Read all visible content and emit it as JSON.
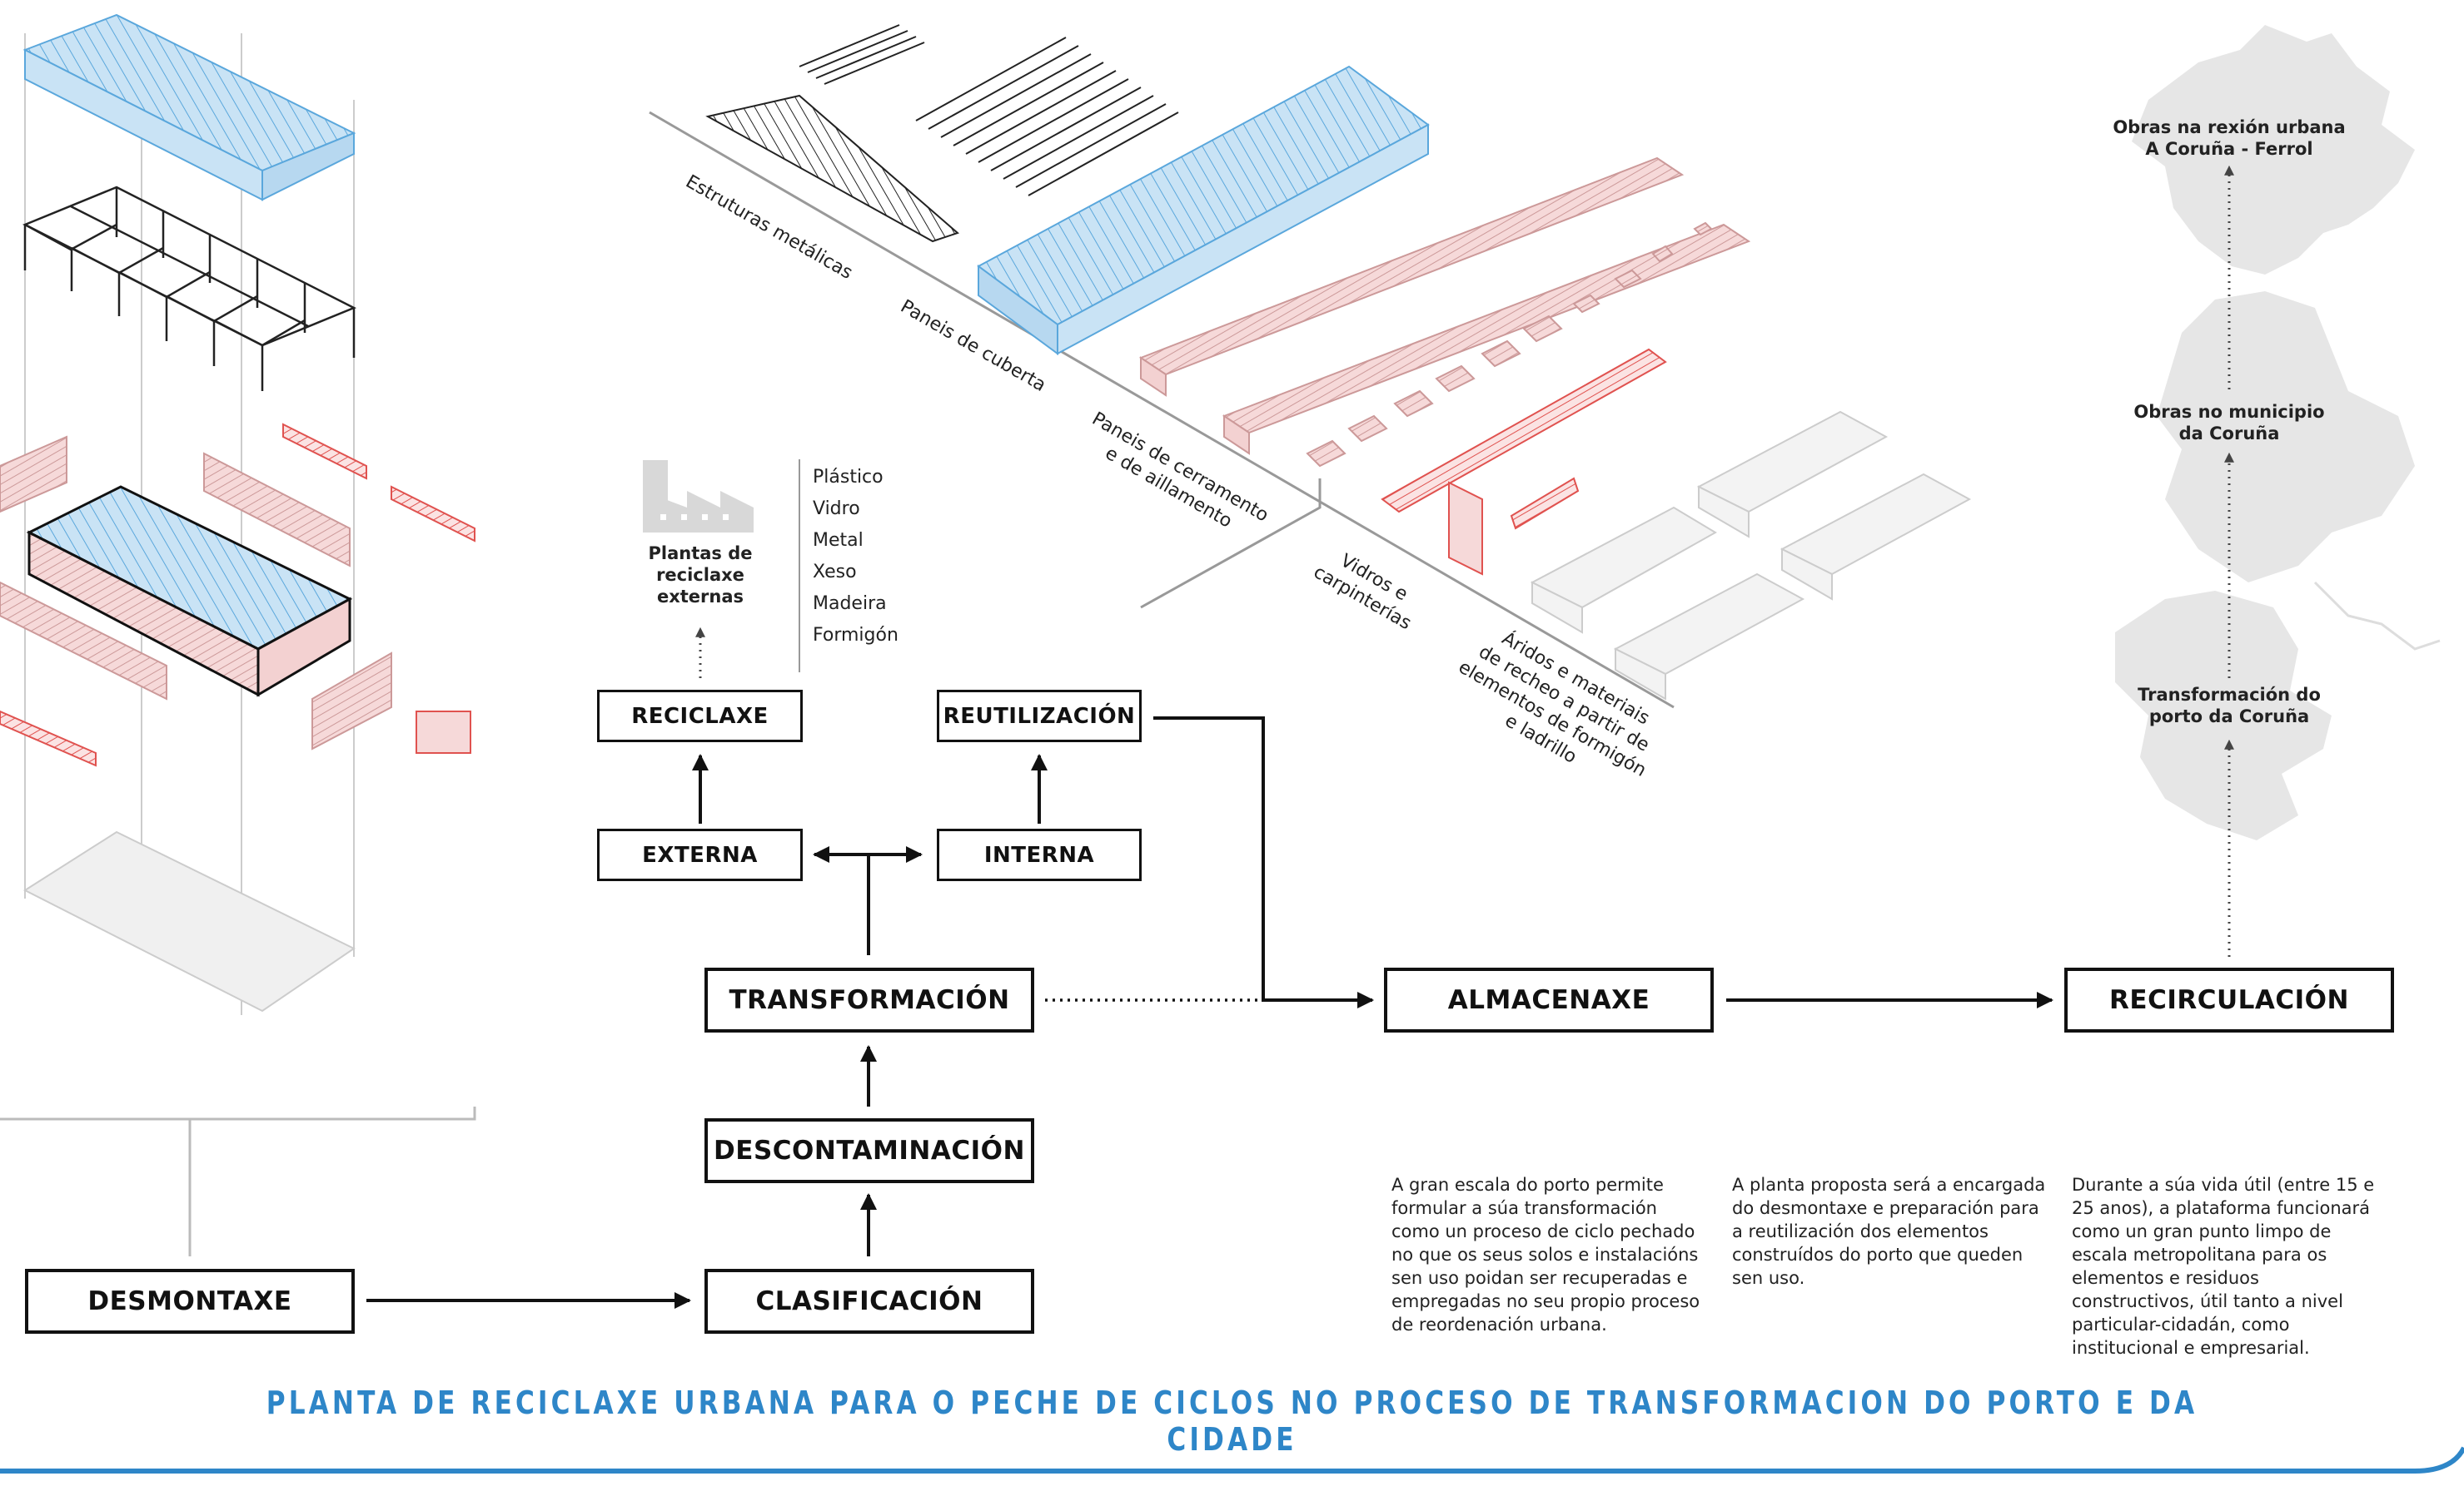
{
  "colors": {
    "accent": "#2e86c8",
    "panel_blue": "#c9e3f5",
    "brick_pink": "#f2c9c9",
    "red_outline": "#e0524f",
    "map_gray": "#e6e6e6",
    "line_dark": "#111111"
  },
  "boxes": {
    "desmontaxe": "DESMONTAXE",
    "clasificacion": "CLASIFICACIÓN",
    "descontaminacion": "DESCONTAMINACIÓN",
    "transformacion": "TRANSFORMACIÓN",
    "externa": "EXTERNA",
    "interna": "INTERNA",
    "reciclaxe": "RECICLAXE",
    "reutilizacion": "REUTILIZACIÓN",
    "almacenaxe": "ALMACENAXE",
    "recirculacion": "RECIRCULACIÓN"
  },
  "recycling": {
    "plants_label": [
      "Plantas de",
      "reciclaxe",
      "externas"
    ],
    "materials": [
      "Plástico",
      "Vidro",
      "Metal",
      "Xeso",
      "Madeira",
      "Formigón"
    ]
  },
  "material_categories": [
    [
      "Estruturas metálicas"
    ],
    [
      "Paneis de cuberta"
    ],
    [
      "Paneis de cerramento",
      "e de aillamento"
    ],
    [
      "Vidros e",
      "carpinterías"
    ],
    [
      "Áridos e materiais",
      "de recheo a partir de",
      "elementos de formigón",
      "e ladrillo"
    ]
  ],
  "recirculation_levels": [
    [
      "Obras na rexión urbana",
      "A Coruña - Ferrol"
    ],
    [
      "Obras no municipio",
      "da Coruña"
    ],
    [
      "Transformación do",
      "porto da Coruña"
    ]
  ],
  "descriptions": [
    "A gran escala do porto permite formular a súa transformación como un proceso de ciclo pechado no que os seus solos e instalacións sen uso poidan ser recuperadas e empregadas no seu propio proceso de reordenación urbana.",
    "A planta proposta será a encargada do desmontaxe e preparación para a reutilización dos elementos construídos do porto que queden sen uso.",
    "Durante a súa vida útil (entre 15 e 25 anos), a plataforma funcionará como un gran punto limpo de escala metropolitana para os elementos e residuos constructivos, útil tanto a nivel particular-cidadán, como institucional e empresarial."
  ],
  "footer_title": "PLANTA DE RECICLAXE URBANA PARA O PECHE DE CICLOS NO PROCESO DE TRANSFORMACION DO PORTO E DA CIDADE"
}
